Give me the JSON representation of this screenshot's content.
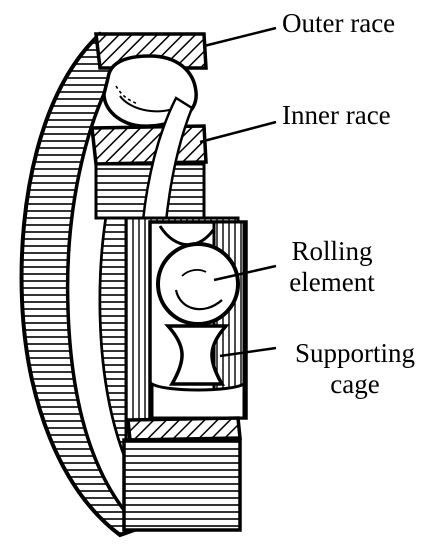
{
  "labels": {
    "outer_race": "Outer race",
    "inner_race": "Inner race",
    "rolling_element_line1": "Rolling",
    "rolling_element_line2": "element",
    "supporting_cage_line1": "Supporting",
    "supporting_cage_line2": "cage"
  },
  "colors": {
    "ink": "#000000",
    "background": "#ffffff"
  }
}
